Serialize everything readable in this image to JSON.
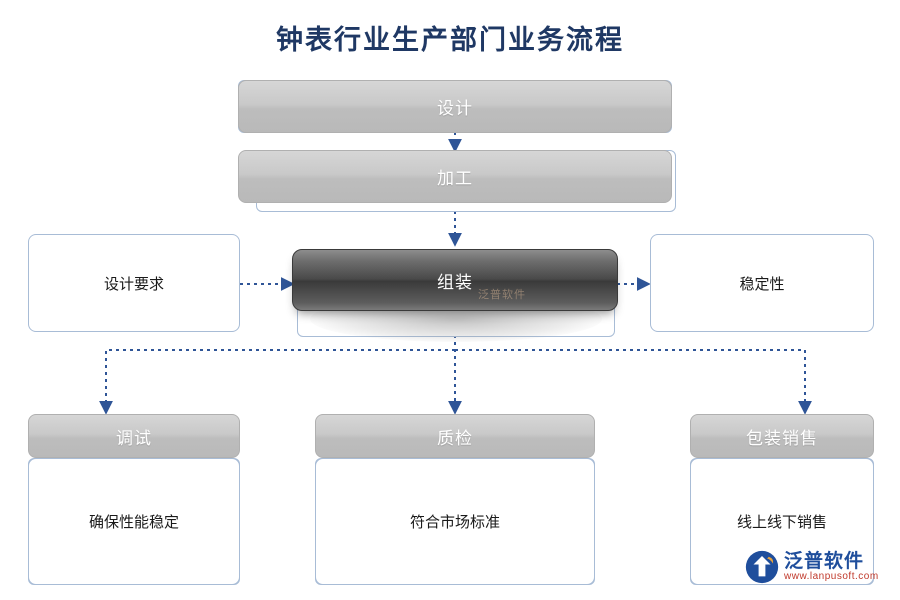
{
  "page": {
    "title": "钟表行业生产部门业务流程",
    "accent_color": "#1F3864",
    "connector_color": "#2F5597",
    "box_border_color": "#a8bcd6"
  },
  "nodes": {
    "design": {
      "label": "设计",
      "type": "grey-bar"
    },
    "processing": {
      "label": "加工",
      "type": "grey-bar"
    },
    "assembly": {
      "label": "组装",
      "type": "dark-box"
    },
    "design_requirement": {
      "label": "设计要求",
      "type": "white-box"
    },
    "stability": {
      "label": "稳定性",
      "type": "white-box"
    },
    "debug": {
      "label": "调试",
      "type": "grey-bar"
    },
    "debug_desc": {
      "label": "确保性能稳定",
      "type": "white-box"
    },
    "quality": {
      "label": "质检",
      "type": "grey-bar"
    },
    "quality_desc": {
      "label": "符合市场标准",
      "type": "white-box"
    },
    "packaging": {
      "label": "包装销售",
      "type": "grey-bar"
    },
    "packaging_desc": {
      "label": "线上线下销售",
      "type": "white-box"
    }
  },
  "watermarks": {
    "center": "泛普软件",
    "logo_cn": "泛普软件",
    "logo_en": "www.lanpusoft.com"
  },
  "chart_data": {
    "type": "flowchart",
    "title": "钟表行业生产部门业务流程",
    "nodes": [
      "设计",
      "加工",
      "组装",
      "设计要求",
      "稳定性",
      "调试",
      "确保性能稳定",
      "质检",
      "符合市场标准",
      "包装销售",
      "线上线下销售"
    ],
    "edges": [
      {
        "from": "设计",
        "to": "加工"
      },
      {
        "from": "加工",
        "to": "组装"
      },
      {
        "from": "设计要求",
        "to": "组装"
      },
      {
        "from": "组装",
        "to": "稳定性"
      },
      {
        "from": "组装",
        "to": "调试"
      },
      {
        "from": "组装",
        "to": "质检"
      },
      {
        "from": "组装",
        "to": "包装销售"
      }
    ]
  }
}
